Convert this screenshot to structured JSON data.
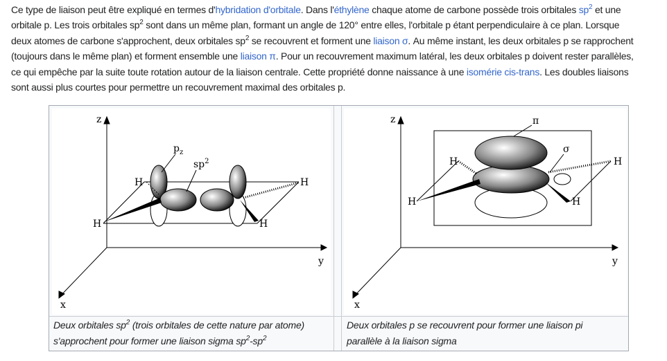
{
  "paragraph": {
    "l1": [
      "Ce type de liaison peut être expliqué en termes d'",
      "hybridation d'orbitale",
      ". Dans l'",
      "éthylène",
      " chaque atome de carbone possède trois orbitales ",
      "sp",
      "2",
      " et une"
    ],
    "l2": [
      "orbitale p. Les trois orbitales sp",
      "2",
      " sont dans un même plan, formant un angle de 120° entre elles, l'orbitale p étant perpendiculaire à ce plan. Lorsque"
    ],
    "l3": [
      "deux atomes de carbone s'approchent, deux orbitales sp",
      "2",
      " se recouvrent et forment une ",
      "liaison σ",
      ". Au même instant, les deux orbitales p se rapprochent"
    ],
    "l4": [
      "(toujours dans le même plan) et forment ensemble une ",
      "liaison π",
      ". Pour un recouvrement maximum latéral, les deux orbitales p doivent rester parallèles,"
    ],
    "l5": [
      "ce qui empêche par la suite toute rotation autour de la liaison centrale. Cette propriété donne naissance à une ",
      "isomérie cis-trans",
      ". Les doubles liaisons"
    ],
    "l6": [
      "sont aussi plus courtes pour permettre un recouvrement maximal des orbitales p."
    ]
  },
  "figures": [
    {
      "labels": {
        "z": "z",
        "y": "y",
        "x": "x",
        "h": "H",
        "pz": "p",
        "pz_sub": "z",
        "sp2": "sp",
        "sp2_sup": "2"
      },
      "caption": [
        "Deux orbitales sp",
        "2",
        " (trois orbitales de cette nature par atome)",
        "s'approchent pour former une liaison sigma sp",
        "2",
        "-sp",
        "2"
      ]
    },
    {
      "labels": {
        "z": "z",
        "y": "y",
        "x": "x",
        "h": "H",
        "pi": "π",
        "sigma": "σ"
      },
      "caption": [
        "Deux orbitales p se recouvrent pour former une liaison pi",
        "parallèle à la liaison sigma"
      ]
    }
  ],
  "colors": {
    "link": "#3366cc",
    "border": "#a2a9b1"
  }
}
